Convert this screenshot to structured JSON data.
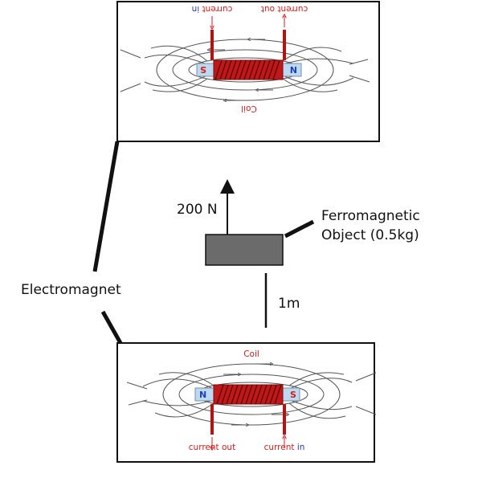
{
  "labels": {
    "electromagnet": "Electromagnet",
    "force": "200 N",
    "object_line1": "Ferromagnetic",
    "object_line2": "Object (0.5kg)",
    "distance": "1m"
  },
  "magnet_top": {
    "coil": "Coil",
    "current_out": "current out",
    "current_in_word": "current ",
    "current_in_suffix": "in",
    "pole_n": "N",
    "pole_s": "S",
    "orientation": "upside-down"
  },
  "magnet_bottom": {
    "coil": "Coil",
    "current_out": "current out",
    "current_in_word": "current ",
    "current_in_suffix": "in",
    "pole_n": "N",
    "pole_s": "S"
  },
  "colors": {
    "coil_red": "#c01818",
    "pole_fill": "#bcd9f0",
    "object_fill": "#6b6b6b",
    "n_pole_text": "#1f3fbf",
    "s_pole_text": "#d11d1d"
  }
}
